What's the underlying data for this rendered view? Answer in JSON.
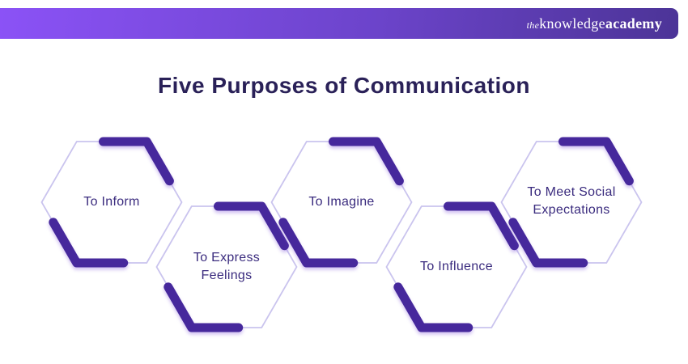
{
  "header": {
    "logo": {
      "the": "the",
      "knowledge": "knowledge",
      "academy": "academy"
    }
  },
  "title": "Five Purposes of Communication",
  "colors": {
    "bar_gradient_start": "#8B52F6",
    "bar_gradient_end": "#4C3497",
    "title": "#2A2158",
    "hex_outline": "#CAC4EE",
    "hex_arc": "#46289C",
    "hex_label": "#3A2B7E",
    "logo_text": "#FFFFFF"
  },
  "hexagons": {
    "outline_color": "#CAC4EE",
    "arc_color": "#46289C",
    "items": [
      {
        "label": "To Inform"
      },
      {
        "label": "To Express\nFeelings"
      },
      {
        "label": "To Imagine"
      },
      {
        "label": "To Influence"
      },
      {
        "label": "To Meet Social\nExpectations"
      }
    ]
  }
}
